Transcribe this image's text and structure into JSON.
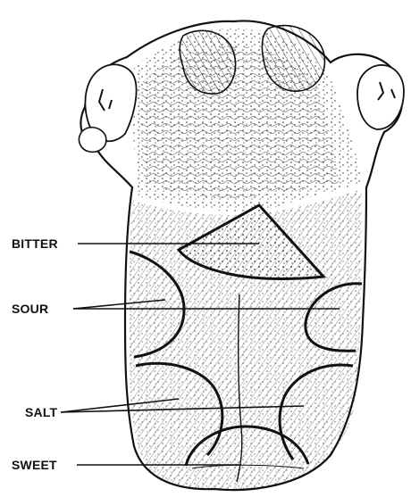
{
  "labels": {
    "bitter": "BITTER",
    "sour": "SOUR",
    "salt": "SALT",
    "sweet": "SWEET"
  },
  "colors": {
    "ink": "#111111",
    "paper": "#ffffff"
  }
}
